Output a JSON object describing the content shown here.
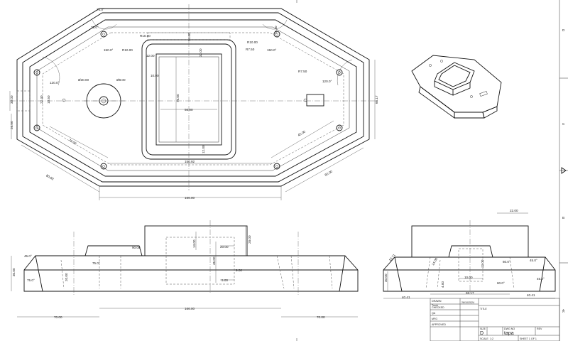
{
  "top_view": {
    "dims": {
      "angle_top": "75.0°",
      "angle_left_top": "75.0°",
      "width_top_left": "150.0°",
      "r_top_left": "R10.00",
      "r_inner_left": "R10.00",
      "h_top_small": "14.40",
      "h_top_right": "14.40",
      "r_top_right": "R10.00",
      "r_right_a": "R7.50",
      "r_right_b": "R7.50",
      "angle_right_top": "150.0°",
      "angle_left_mid": "120.0°",
      "angle_right_mid": "120.0°",
      "hole_left": "Ø30.00",
      "hole_left_b": "Ø8.00",
      "win_w": "56.00",
      "win_h": "76.00",
      "win_off_top": "32.00",
      "win_off_left": "12.00",
      "win_off_bot": "12.00",
      "win_off_mid": "10.00",
      "left_h1": "30.00",
      "left_h2": "22.40",
      "left_h3": "10.50",
      "left_h4": "26.50",
      "right_h": "66.17",
      "diag_left_inner": "70.00",
      "diag_left_outer": "80.83",
      "diag_right_inner": "45.00",
      "diag_right_outer": "60.00",
      "bottom_inner": "150.92",
      "bottom_outer": "166.00"
    }
  },
  "front_view": {
    "dims": {
      "left_angle": "45.0°",
      "left_angle_b": "75.0°",
      "left_angle_c": "75.0°",
      "total_h": "30.00",
      "h_mid": "20.00",
      "width_small": "90.00",
      "top_h1": "14.00",
      "top_w": "20.00",
      "top_h2": "28.00",
      "inner_h": "46.00",
      "inner_w": "5.00",
      "inner_h2": "9.00",
      "left_w": "70.00",
      "mid_w": "166.00",
      "right_w": "70.00"
    }
  },
  "side_view": {
    "dims": {
      "top_w": "22.00",
      "left_a": "10.71",
      "left_b": "14.00",
      "left_c": "30.00",
      "ang_a": "60.0°",
      "ang_b": "45.0°",
      "ang_c": "60.0°",
      "ang_d": "45.0°",
      "in_w": "10.00",
      "in_h": "12.00",
      "in_h2": "4.00",
      "bot_l": "40.41",
      "bot_m": "65.17",
      "bot_r": "40.41"
    }
  },
  "border": {
    "rows": [
      "D",
      "C",
      "B",
      "A"
    ],
    "cols": [
      "1",
      "2"
    ]
  },
  "title_block": {
    "drawn": "DRAWN",
    "drawn_name": "Trunk",
    "drawn_date": "26/10/2024",
    "checked": "CHECKED",
    "qa": "QA",
    "mfg": "MFG",
    "approved": "APPROVED",
    "title_label": "TITLE",
    "size_label": "SIZE",
    "size_value": "D",
    "dwg_label": "DWG NO",
    "dwg_value": "tapa",
    "rev_label": "REV",
    "scale_label": "SCALE",
    "scale_value": "1:2",
    "sheet_value": "SHEET 1  OF 1",
    "col_a": "A"
  }
}
